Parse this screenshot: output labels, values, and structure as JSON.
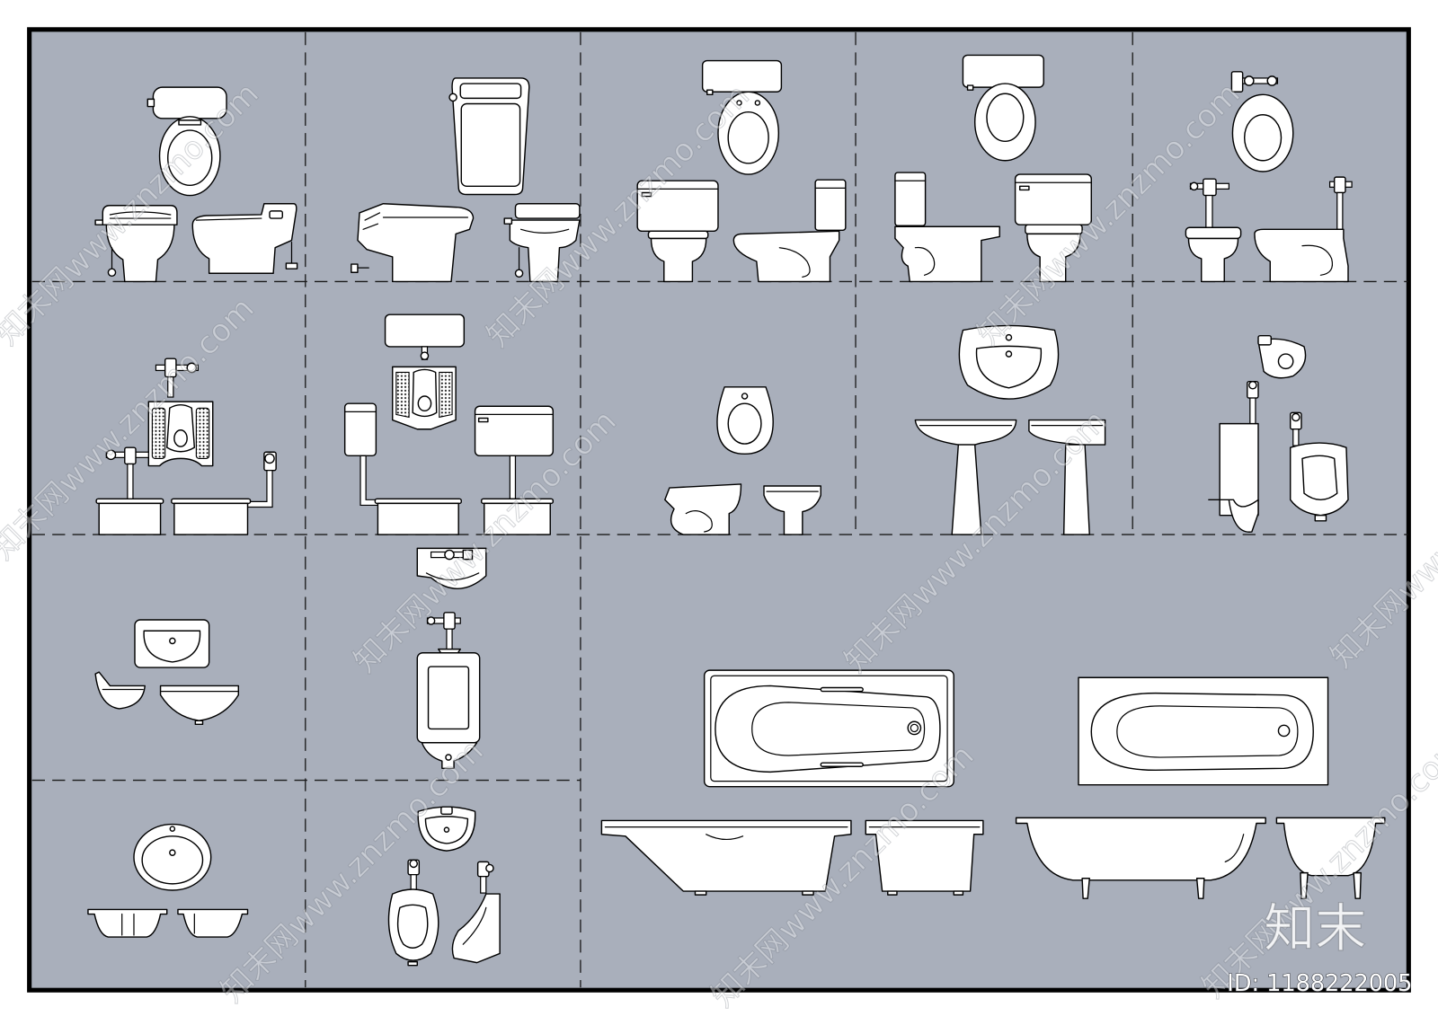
{
  "watermark": {
    "text": "知末网www.znzmo.com"
  },
  "logo": {
    "text": "知末"
  },
  "id_label": "ID: 1188222005",
  "colors": {
    "page": "#ffffff",
    "panel": "#a9afbb",
    "line": "#000000",
    "fixture": "#ffffff"
  }
}
